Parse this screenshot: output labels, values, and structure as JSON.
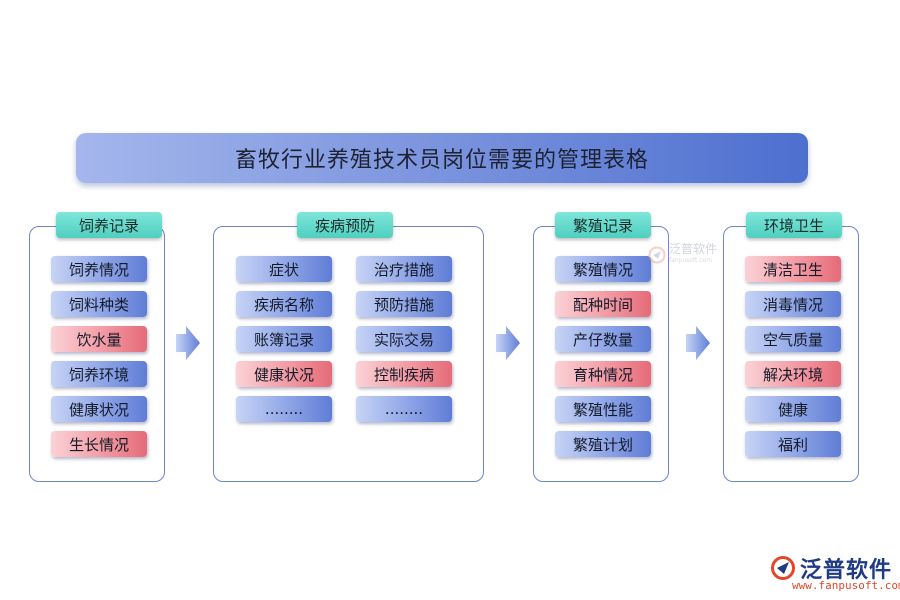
{
  "title": "畜牧行业养殖技术员岗位需要的管理表格",
  "sections": [
    {
      "label": "饲养记录",
      "items": [
        {
          "text": "饲养情况",
          "color": "blue"
        },
        {
          "text": "饲料种类",
          "color": "blue"
        },
        {
          "text": "饮水量",
          "color": "red"
        },
        {
          "text": "饲养环境",
          "color": "blue"
        },
        {
          "text": "健康状况",
          "color": "blue"
        },
        {
          "text": "生长情况",
          "color": "red"
        }
      ]
    },
    {
      "label": "疾病预防",
      "left_items": [
        {
          "text": "症状",
          "color": "blue"
        },
        {
          "text": "疾病名称",
          "color": "blue"
        },
        {
          "text": "账簿记录",
          "color": "blue"
        },
        {
          "text": "健康状况",
          "color": "red"
        },
        {
          "text": "........",
          "color": "blue"
        }
      ],
      "right_items": [
        {
          "text": "治疗措施",
          "color": "blue"
        },
        {
          "text": "预防措施",
          "color": "blue"
        },
        {
          "text": "实际交易",
          "color": "blue"
        },
        {
          "text": "控制疾病",
          "color": "red"
        },
        {
          "text": "........",
          "color": "blue"
        }
      ]
    },
    {
      "label": "繁殖记录",
      "items": [
        {
          "text": "繁殖情况",
          "color": "blue"
        },
        {
          "text": "配种时间",
          "color": "red"
        },
        {
          "text": "产仔数量",
          "color": "blue"
        },
        {
          "text": "育种情况",
          "color": "red"
        },
        {
          "text": "繁殖性能",
          "color": "blue"
        },
        {
          "text": "繁殖计划",
          "color": "blue"
        }
      ]
    },
    {
      "label": "环境卫生",
      "items": [
        {
          "text": "清洁卫生",
          "color": "red"
        },
        {
          "text": "消毒情况",
          "color": "blue"
        },
        {
          "text": "空气质量",
          "color": "blue"
        },
        {
          "text": "解决环境",
          "color": "red"
        },
        {
          "text": "健康",
          "color": "blue"
        },
        {
          "text": "福利",
          "color": "blue"
        }
      ]
    }
  ],
  "watermark_small": {
    "name": "泛普软件",
    "sub": "fanpusoft.com"
  },
  "watermark": {
    "name": "泛普软件",
    "url": "www.fanpusoft.com"
  },
  "colors": {
    "blue": "#6f86dc",
    "red": "#ec7c87",
    "label": "#5fd8c9"
  }
}
